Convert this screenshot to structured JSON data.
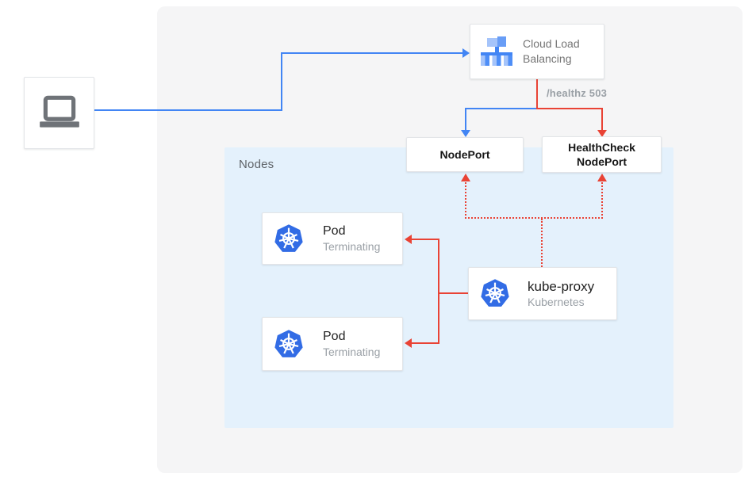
{
  "colors": {
    "blue_accent": "#4285F4",
    "red_accent": "#E94335",
    "outer_panel_gray": "#F5F5F6",
    "nodes_panel_blue": "#E4F1FC",
    "kubernetes_blue": "#326CE5",
    "title_text": "#212121",
    "muted_text": "#9AA0A6",
    "gray_text": "#757575"
  },
  "diagram": {
    "nodes_group_label": "Nodes",
    "healthz_badge": "/healthz 503",
    "cloud_load_balancing": {
      "label": "Cloud Load Balancing"
    },
    "nodeport": {
      "label": "NodePort"
    },
    "healthcheck_nodeport": {
      "label": "HealthCheck NodePort"
    },
    "pod_terminating_1": {
      "title": "Pod",
      "status": "Terminating"
    },
    "pod_terminating_2": {
      "title": "Pod",
      "status": "Terminating"
    },
    "kube_proxy": {
      "title": "kube-proxy",
      "subtitle": "Kubernetes"
    }
  }
}
